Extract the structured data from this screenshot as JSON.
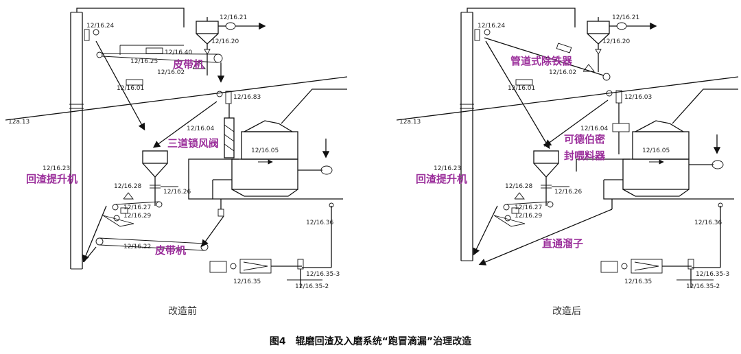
{
  "left": {
    "tags": {
      "t21": "12/16.21",
      "t24": "12/16.24",
      "t20": "12/16.20",
      "t40": "12/16.40",
      "t25": "12/16.25",
      "t02": "12/16.02",
      "t01": "12/16.01",
      "t83": "12/16.83",
      "t13": "12a.13",
      "t04": "12/16.04",
      "t05": "12/16.05",
      "t23": "12/16.23",
      "t28": "12/16.28",
      "t26": "12/16.26",
      "t27": "12/16.27",
      "t29": "12/16.29",
      "t36": "12/16.36",
      "t22": "12/16.22",
      "t35": "12/16.35",
      "t353": "12/16.35-3",
      "t352": "12/16.35-2"
    },
    "annotations": {
      "belt_top": "皮带机",
      "airlock": "三道锁风阀",
      "elevator": "回渣提升机",
      "belt_bottom": "皮带机"
    },
    "subtitle": "改造前"
  },
  "right": {
    "tags": {
      "t21": "12/16.21",
      "t24": "12/16.24",
      "t20": "12/16.20",
      "t02": "12/16.02",
      "t01": "12/16.01",
      "t03": "12/16.03",
      "t13": "12a.13",
      "t04": "12/16.04",
      "t05": "12/16.05",
      "t23": "12/16.23",
      "t28": "12/16.28",
      "t26": "12/16.26",
      "t27": "12/16.27",
      "t29": "12/16.29",
      "t36": "12/16.36",
      "t35": "12/16.35",
      "t353": "12/16.35-3",
      "t352": "12/16.35-2"
    },
    "annotations": {
      "iron_remover": "管道式除铁器",
      "feeder_line1": "可德伯密",
      "feeder_line2": "封喂料器",
      "elevator": "回渣提升机",
      "chute": "直通溜子"
    },
    "subtitle": "改造后"
  },
  "caption": "图4　辊磨回渣及入磨系统“跑冒滴漏”治理改造"
}
